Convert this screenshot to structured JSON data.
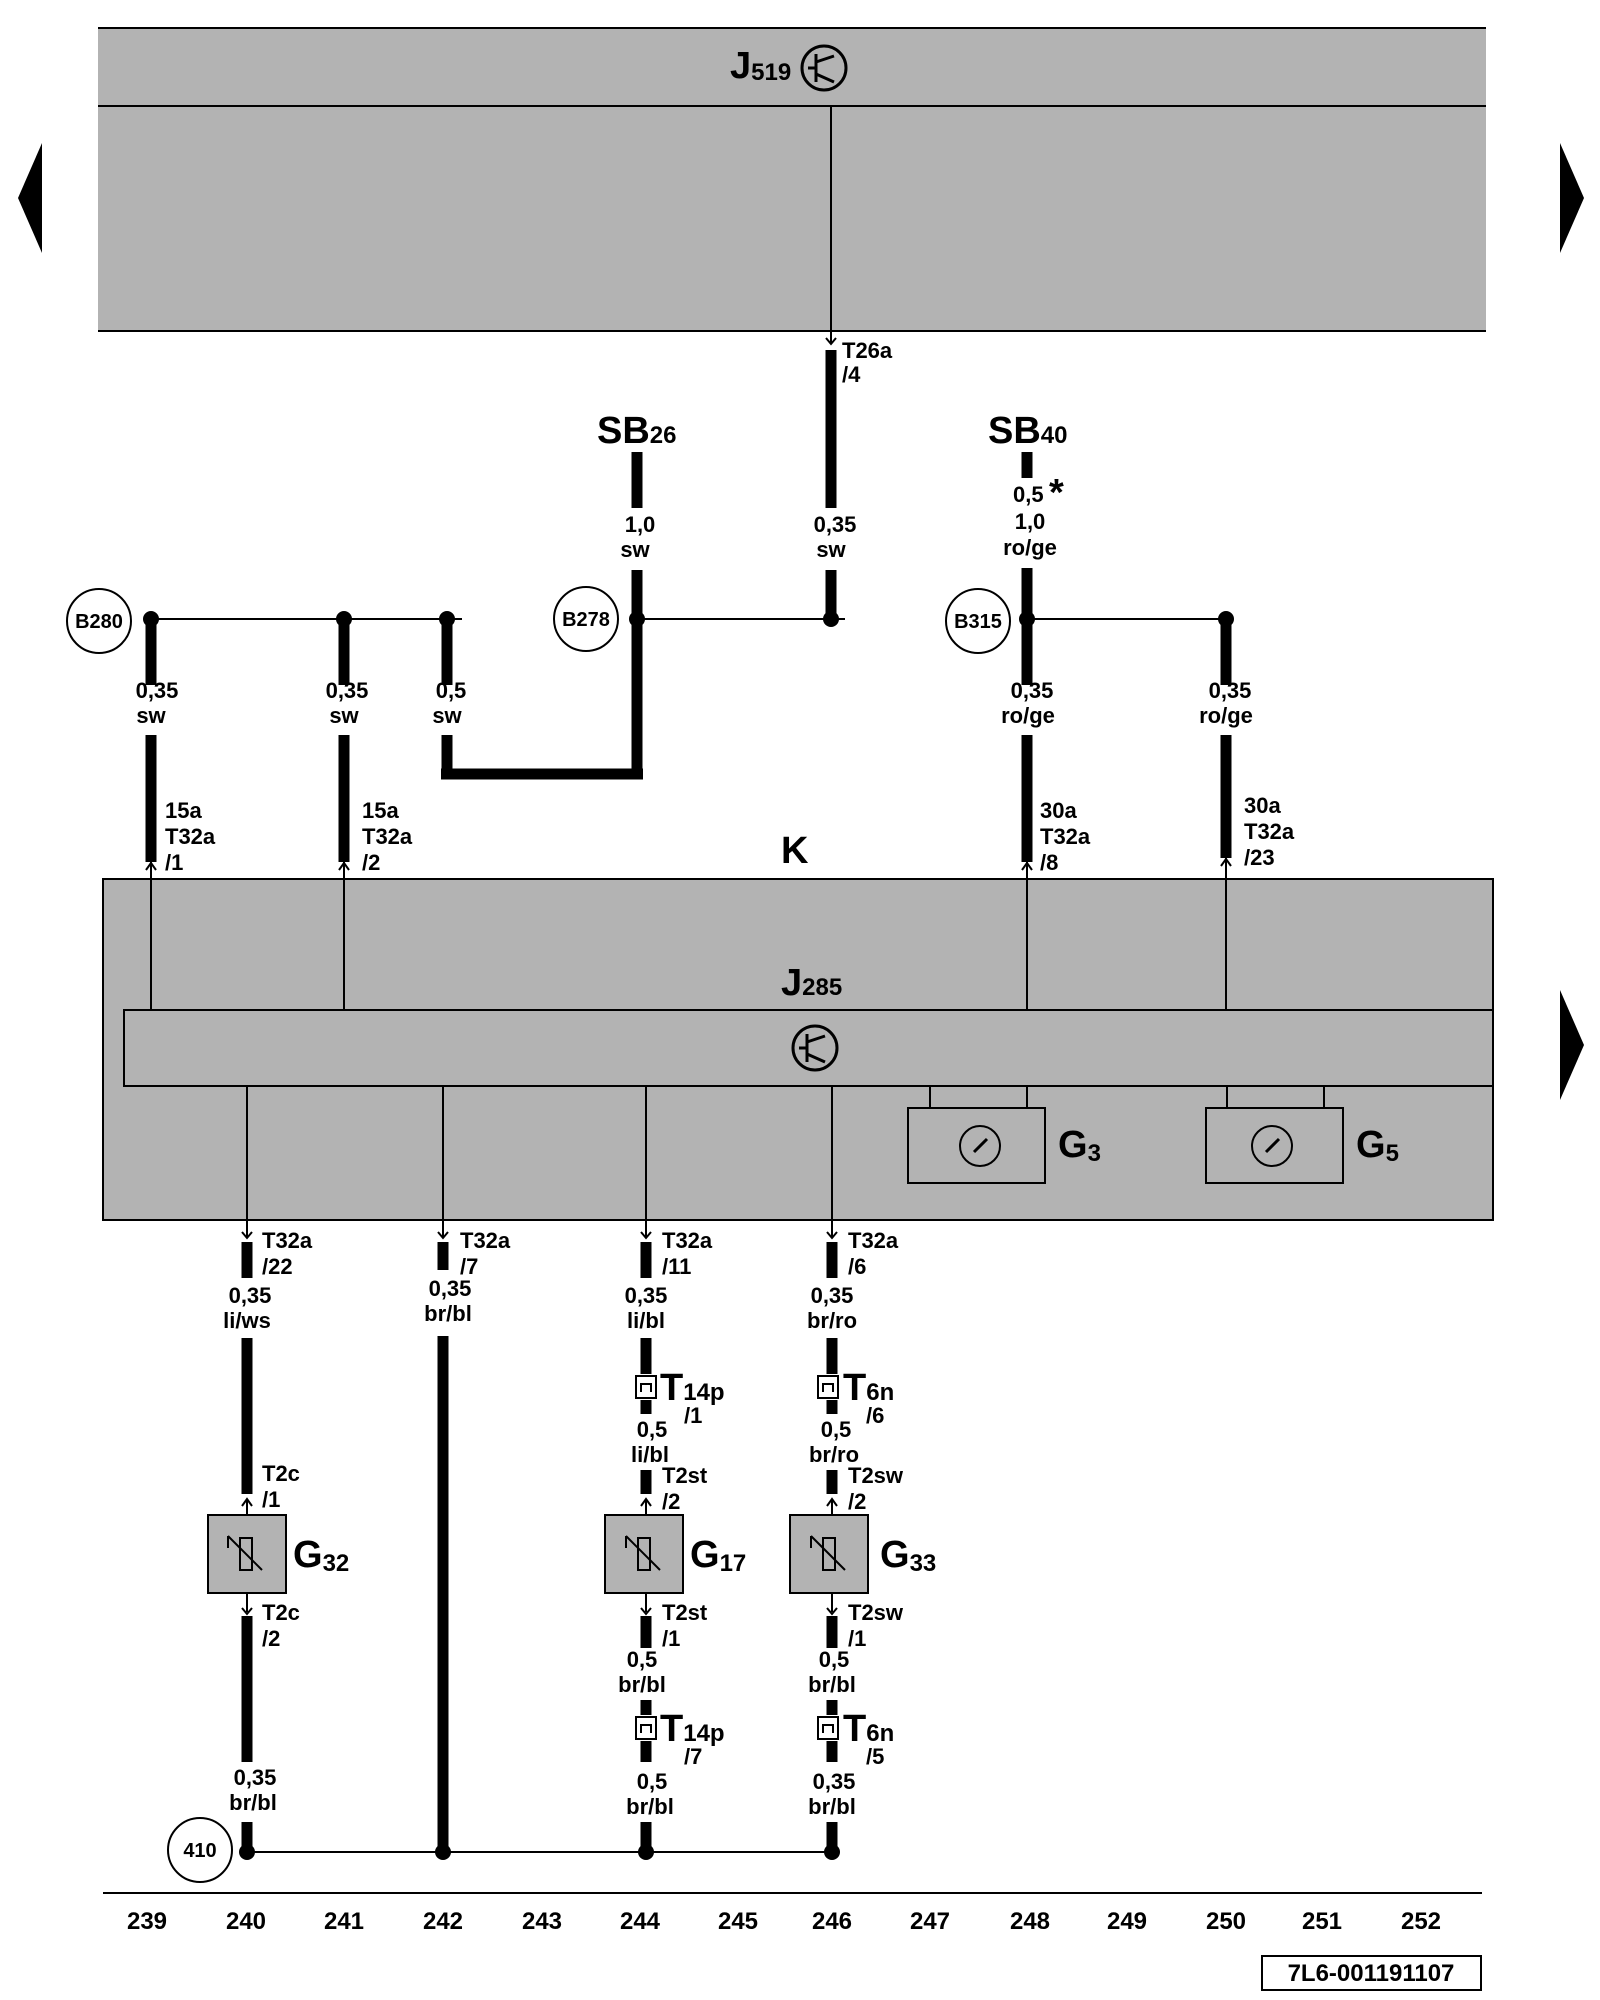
{
  "components": {
    "j519": {
      "main": "J",
      "sub": "519"
    },
    "k": "K",
    "j285": {
      "main": "J",
      "sub": "285"
    },
    "g3": {
      "main": "G",
      "sub": "3"
    },
    "g5": {
      "main": "G",
      "sub": "5"
    },
    "g32": {
      "main": "G",
      "sub": "32"
    },
    "g17": {
      "main": "G",
      "sub": "17"
    },
    "g33": {
      "main": "G",
      "sub": "33"
    },
    "sb26": {
      "main": "SB",
      "sub": "26"
    },
    "sb40": {
      "main": "SB",
      "sub": "40"
    }
  },
  "nodes": {
    "b280": "B280",
    "b278": "B278",
    "b315": "B315",
    "n410": "410"
  },
  "wires": {
    "sb26": {
      "size": "1,0",
      "color": "sw"
    },
    "j519": {
      "size": "0,35",
      "color": "sw"
    },
    "sb40": {
      "alt": "0,5",
      "alt_mark": "*",
      "size": "1,0",
      "color": "ro/ge"
    },
    "k1": {
      "size": "0,35",
      "color": "sw"
    },
    "k2": {
      "size": "0,35",
      "color": "sw"
    },
    "k3": {
      "size": "0,5",
      "color": "sw"
    },
    "k8": {
      "size": "0,35",
      "color": "ro/ge"
    },
    "k23": {
      "size": "0,35",
      "color": "ro/ge"
    },
    "b22": {
      "size": "0,35",
      "color": "li/ws"
    },
    "b7": {
      "size": "0,35",
      "color": "br/bl"
    },
    "b11": {
      "size": "0,35",
      "color": "li/bl"
    },
    "b6": {
      "size": "0,35",
      "color": "br/ro"
    },
    "g17_top": {
      "size": "0,5",
      "color": "li/bl"
    },
    "g33_top": {
      "size": "0,5",
      "color": "br/ro"
    },
    "g17_bot": {
      "size": "0,5",
      "color": "br/bl"
    },
    "g33_bot": {
      "size": "0,5",
      "color": "br/bl"
    },
    "g32_bot": {
      "size": "0,35",
      "color": "br/bl"
    },
    "g17_gnd": {
      "size": "0,5",
      "color": "br/bl"
    },
    "g33_gnd": {
      "size": "0,35",
      "color": "br/bl"
    }
  },
  "pins": {
    "t26a": {
      "conn": "T26a",
      "pin": "/4"
    },
    "t32a_1": {
      "term": "15a",
      "conn": "T32a",
      "pin": "/1"
    },
    "t32a_2": {
      "term": "15a",
      "conn": "T32a",
      "pin": "/2"
    },
    "t32a_8": {
      "term": "30a",
      "conn": "T32a",
      "pin": "/8"
    },
    "t32a_23": {
      "term": "30a",
      "conn": "T32a",
      "pin": "/23"
    },
    "t32a_22": {
      "conn": "T32a",
      "pin": "/22"
    },
    "t32a_7": {
      "conn": "T32a",
      "pin": "/7"
    },
    "t32a_11": {
      "conn": "T32a",
      "pin": "/11"
    },
    "t32a_6": {
      "conn": "T32a",
      "pin": "/6"
    },
    "t14p_1": {
      "main": "T",
      "sub": "14p",
      "pin": "/1"
    },
    "t6n_6": {
      "main": "T",
      "sub": "6n",
      "pin": "/6"
    },
    "t2c_1": {
      "conn": "T2c",
      "pin": "/1"
    },
    "t2c_2": {
      "conn": "T2c",
      "pin": "/2"
    },
    "t2st_2": {
      "conn": "T2st",
      "pin": "/2"
    },
    "t2st_1": {
      "conn": "T2st",
      "pin": "/1"
    },
    "t2sw_2": {
      "conn": "T2sw",
      "pin": "/2"
    },
    "t2sw_1": {
      "conn": "T2sw",
      "pin": "/1"
    },
    "t14p_7": {
      "main": "T",
      "sub": "14p",
      "pin": "/7"
    },
    "t6n_5": {
      "main": "T",
      "sub": "6n",
      "pin": "/5"
    }
  },
  "columns": [
    "239",
    "240",
    "241",
    "242",
    "243",
    "244",
    "245",
    "246",
    "247",
    "248",
    "249",
    "250",
    "251",
    "252"
  ],
  "diagram_id": "7L6-001191107"
}
